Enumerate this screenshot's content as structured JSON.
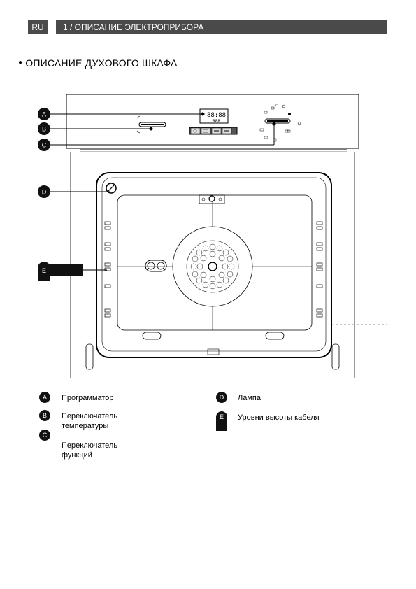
{
  "header": {
    "lang": "RU",
    "title": "1 / ОПИСАНИЕ ЭЛЕКТРОПРИБОРА"
  },
  "section": {
    "title": "ОПИСАНИЕ ДУХОВОГО ШКАФА"
  },
  "display": {
    "time": "88:88",
    "sub": "888"
  },
  "callouts": {
    "a": "A",
    "b": "B",
    "c": "C",
    "d": "D",
    "e": "E"
  },
  "legend": {
    "a": {
      "letter": "A",
      "text": "Программатор"
    },
    "b": {
      "letter": "B",
      "text": "Переключатель температуры"
    },
    "c": {
      "letter": "C",
      "text": "Переключатель функций"
    },
    "d": {
      "letter": "D",
      "text": "Лампа"
    },
    "e": {
      "letter": "E",
      "text": "Уровни высоты кабеля"
    }
  }
}
